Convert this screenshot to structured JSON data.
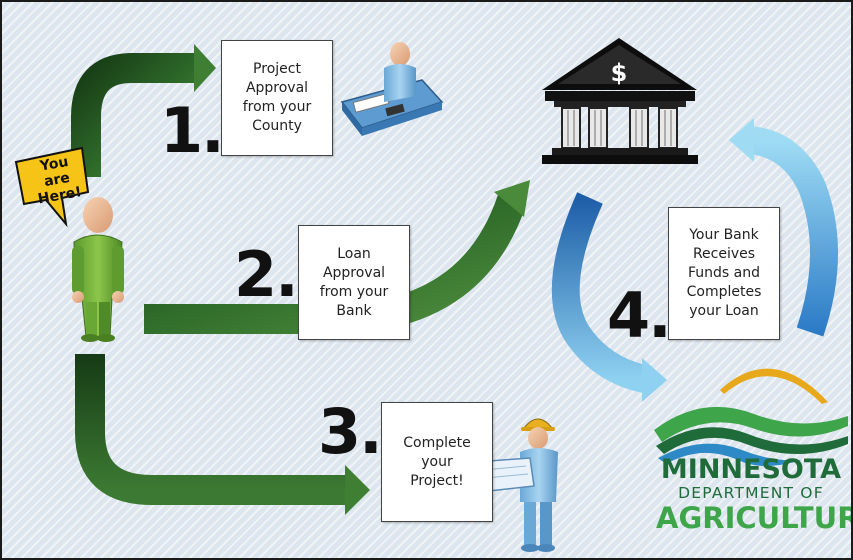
{
  "callout": {
    "line1": "You are",
    "line2": "Here!"
  },
  "steps": [
    {
      "number": "1.",
      "lines": [
        "Project",
        "Approval",
        "from your",
        "County"
      ]
    },
    {
      "number": "2.",
      "lines": [
        "Loan",
        "Approval",
        "from your",
        "Bank"
      ]
    },
    {
      "number": "3.",
      "lines": [
        "Complete",
        "your",
        "Project!"
      ]
    },
    {
      "number": "4.",
      "lines": [
        "Your Bank",
        "Receives",
        "Funds and",
        "Completes",
        "your Loan"
      ]
    }
  ],
  "icons": {
    "bank": "bank-building-icon",
    "dollar_sign": "$",
    "person": "person-figure-icon",
    "clerk": "desk-clerk-icon",
    "worker": "construction-worker-icon",
    "logo": "mda-logo-icon"
  },
  "logo": {
    "line1": "MINNESOTA",
    "line2": "DEPARTMENT OF",
    "line3": "AGRICULTURE"
  },
  "colors": {
    "green_arrow": "#2f6b2a",
    "blue_arrow": "#3a8fd0",
    "logo_green": "#1f6b3a",
    "logo_light_green": "#3fa54a",
    "logo_gold": "#e8a81c",
    "callout": "#f6c416"
  }
}
